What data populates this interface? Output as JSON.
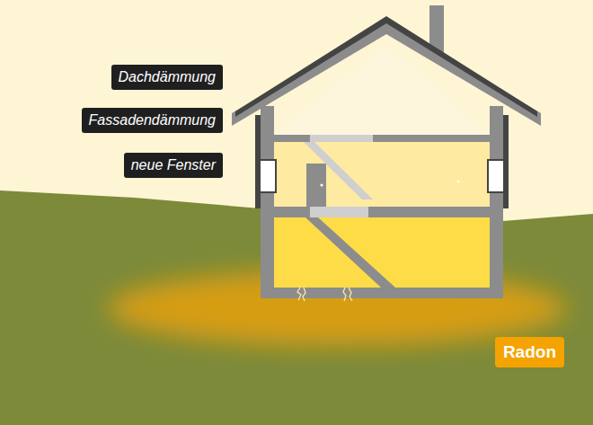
{
  "diagram": {
    "nodes": [
      {
        "text": [
          "Dachdämmung"
        ]
      },
      {
        "text": [
          "Fassadendämmung"
        ]
      },
      {
        "text": [
          "neue Fenster"
        ]
      },
      {
        "text": [
          "Radon"
        ]
      }
    ]
  }
}
